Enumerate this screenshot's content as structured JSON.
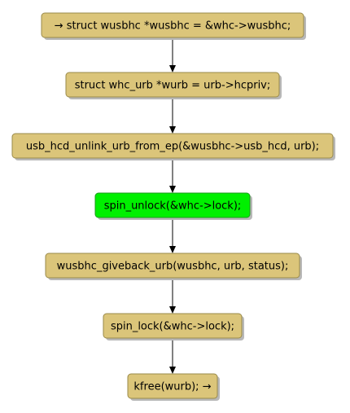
{
  "colors": {
    "default_fill": "#dbc57a",
    "default_border": "#9a8a4a",
    "highlight_fill": "#00f000",
    "highlight_border": "#1c9a1c",
    "shadow": "#b8b8b8",
    "arrow": "#000000"
  },
  "nodes": [
    {
      "id": "n1",
      "label": "→ struct wusbhc *wusbhc = &whc->wusbhc;",
      "highlighted": false
    },
    {
      "id": "n2",
      "label": "struct whc_urb *wurb = urb->hcpriv;",
      "highlighted": false
    },
    {
      "id": "n3",
      "label": "usb_hcd_unlink_urb_from_ep(&wusbhc->usb_hcd, urb);",
      "highlighted": false
    },
    {
      "id": "n4",
      "label": "spin_unlock(&whc->lock);",
      "highlighted": true
    },
    {
      "id": "n5",
      "label": "wusbhc_giveback_urb(wusbhc, urb, status);",
      "highlighted": false
    },
    {
      "id": "n6",
      "label": "spin_lock(&whc->lock);",
      "highlighted": false
    },
    {
      "id": "n7",
      "label": "kfree(wurb); →",
      "highlighted": false
    }
  ],
  "edges": [
    {
      "from": "n1",
      "to": "n2"
    },
    {
      "from": "n2",
      "to": "n3"
    },
    {
      "from": "n3",
      "to": "n4"
    },
    {
      "from": "n4",
      "to": "n5"
    },
    {
      "from": "n5",
      "to": "n6"
    },
    {
      "from": "n6",
      "to": "n7"
    }
  ]
}
